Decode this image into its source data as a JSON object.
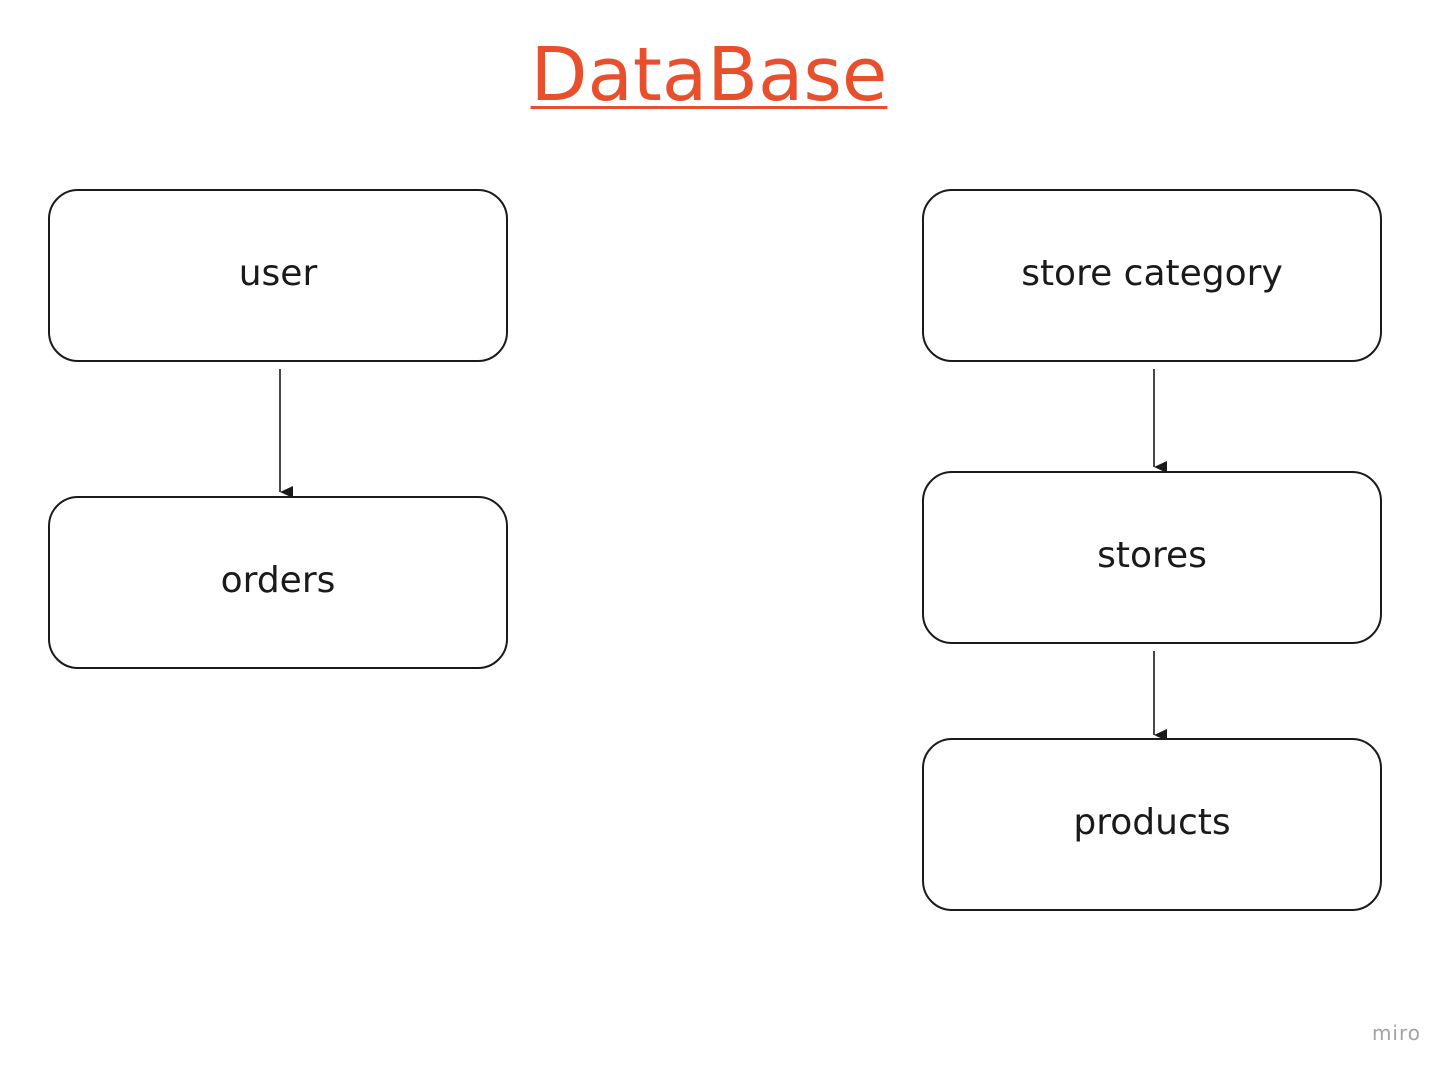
{
  "title": "DataBase",
  "colors": {
    "title": "#e8502d",
    "stroke": "#1a1a1a",
    "watermark": "#a3a3a3"
  },
  "nodes": [
    {
      "id": "user",
      "label": "user"
    },
    {
      "id": "orders",
      "label": "orders"
    },
    {
      "id": "store-category",
      "label": "store category"
    },
    {
      "id": "stores",
      "label": "stores"
    },
    {
      "id": "products",
      "label": "products"
    }
  ],
  "edges": [
    {
      "from": "user",
      "to": "orders"
    },
    {
      "from": "store-category",
      "to": "stores"
    },
    {
      "from": "stores",
      "to": "products"
    }
  ],
  "watermark": "miro"
}
